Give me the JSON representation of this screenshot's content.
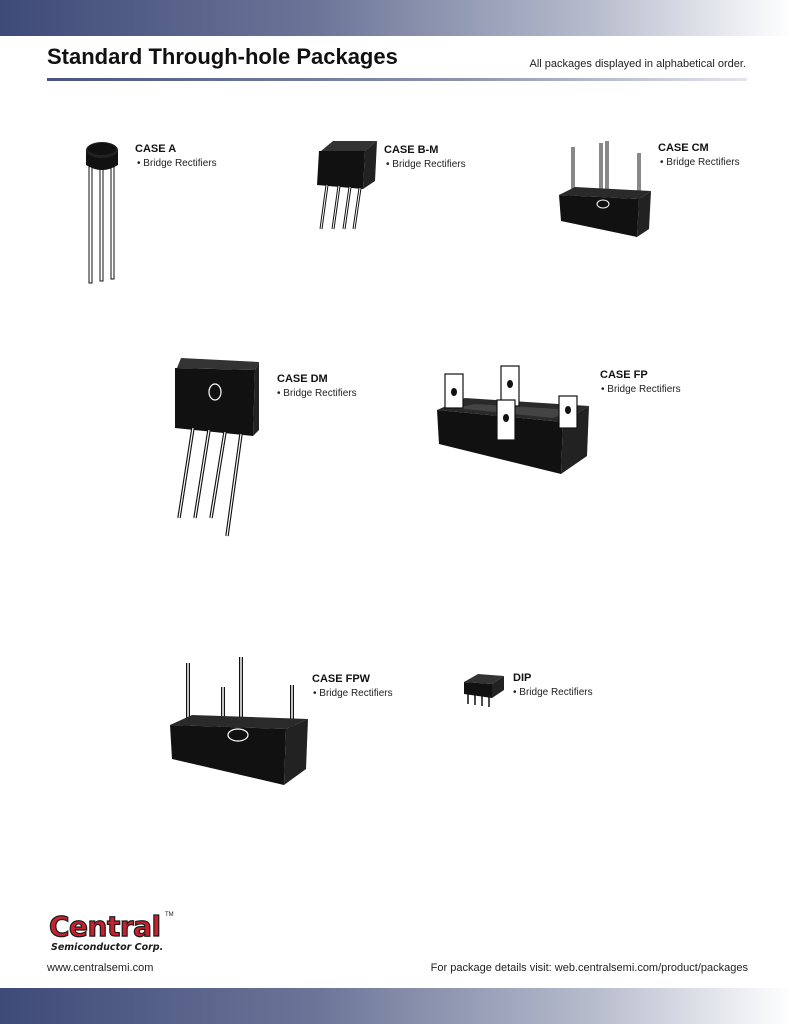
{
  "header": {
    "title": "Standard Through-hole Packages",
    "subtitle": "All packages displayed in alphabetical order."
  },
  "packages": [
    {
      "name": "CASE A",
      "feature": "• Bridge Rectifiers"
    },
    {
      "name": "CASE B-M",
      "feature": "• Bridge Rectifiers"
    },
    {
      "name": "CASE CM",
      "feature": "• Bridge Rectifiers"
    },
    {
      "name": "CASE DM",
      "feature": "• Bridge Rectifiers"
    },
    {
      "name": "CASE FP",
      "feature": "• Bridge Rectifiers"
    },
    {
      "name": "CASE FPW",
      "feature": "• Bridge Rectifiers"
    },
    {
      "name": "DIP",
      "feature": "• Bridge Rectifiers"
    }
  ],
  "footer": {
    "logo_word": "Central",
    "logo_tagline": "Semiconductor Corp.",
    "logo_tm": "TM",
    "website": "www.centralsemi.com",
    "details_text": "For package details visit: web.centralsemi.com/product/packages"
  },
  "colors": {
    "band_dark": "#3e4a78",
    "logo_red": "#c8202f",
    "logo_dark": "#1a1a1a"
  }
}
